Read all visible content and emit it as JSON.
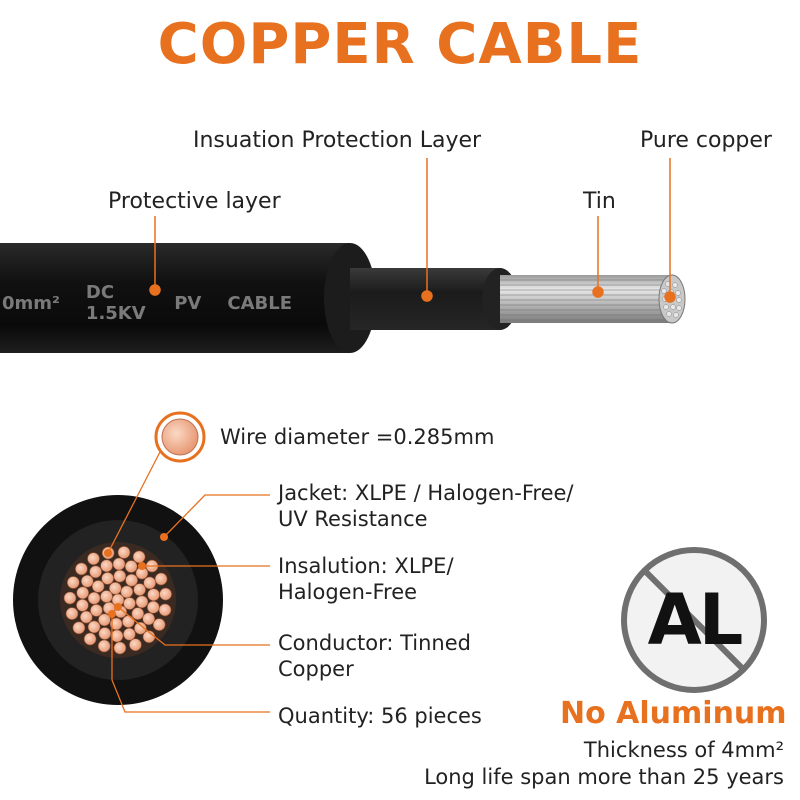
{
  "title": "COPPER CABLE",
  "cable": {
    "print": [
      "0mm²",
      "DC 1.5KV",
      "PV",
      "CABLE"
    ],
    "labels": {
      "insulation_layer": "Insuation Protection Layer",
      "pure_copper": "Pure copper",
      "protective_layer": "Protective layer",
      "tin": "Tin"
    }
  },
  "cross_section": {
    "wire_diameter": "Wire diameter =0.285mm",
    "jacket": [
      "Jacket: XLPE / Halogen-Free/",
      "UV Resistance"
    ],
    "insulation": [
      "Insalution: XLPE/",
      "Halogen-Free"
    ],
    "conductor": [
      "Conductor: Tinned",
      "Copper"
    ],
    "quantity": "Quantity: 56 pieces"
  },
  "no_aluminum": {
    "symbol": "AL",
    "icon": "no-aluminum-prohibited-icon",
    "heading": "No Aluminum",
    "thickness": "Thickness of 4mm²",
    "lifespan": "Long life span more than 25 years"
  },
  "colors": {
    "accent": "#e8711f",
    "cable_black": "#141414",
    "copper": "#e9a17e",
    "text": "#222222"
  }
}
